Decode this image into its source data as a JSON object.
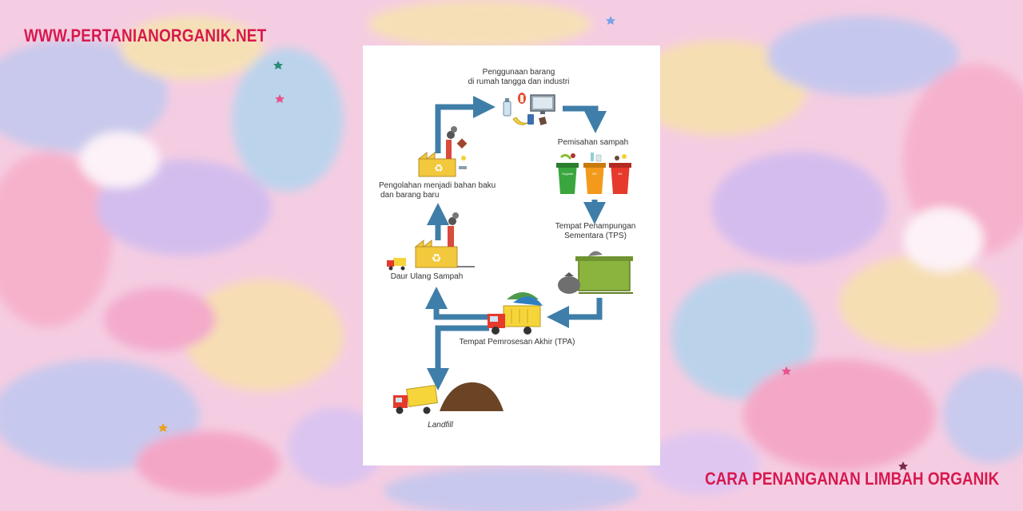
{
  "header": {
    "site_url": "WWW.PERTANIANORGANIK.NET"
  },
  "footer": {
    "article_title": "CARA PENANGANAN LIMBAH ORGANIK"
  },
  "diagram": {
    "nodes": {
      "usage_line1": "Penggunaan barang",
      "usage_line2": "di rumah tangga dan industri",
      "sorting": "Pemisahan sampah",
      "tps_line1": "Tempat Penampungan",
      "tps_line2": "Sementara (TPS)",
      "tpa": "Tempat Pemrosesan Akhir (TPA)",
      "landfill": "Landfill",
      "recycle": "Daur Ulang Sampah",
      "processing_line1": "Pengolahan menjadi bahan baku",
      "processing_line2": "dan barang baru"
    },
    "bin_labels": {
      "green": "Organik",
      "orange": "B3",
      "red": "B3"
    }
  },
  "colors": {
    "accent_text": "#d7194f",
    "arrow": "#3f7ea8",
    "bin_green": "#3aa63f",
    "bin_orange": "#f39a1c",
    "bin_red": "#e53a2c",
    "container": "#8ab43e",
    "truck_yellow": "#f6d53a",
    "factory_yellow": "#f2c83c",
    "soil": "#6b4426"
  },
  "icons": [
    "factory-icon",
    "recycle-icon",
    "truck-icon",
    "trash-bin-icon",
    "container-icon",
    "garbage-bag-icon",
    "computer-icon",
    "bottle-icon",
    "banana-icon",
    "phone-icon",
    "soil-pile-icon",
    "star-icon"
  ]
}
